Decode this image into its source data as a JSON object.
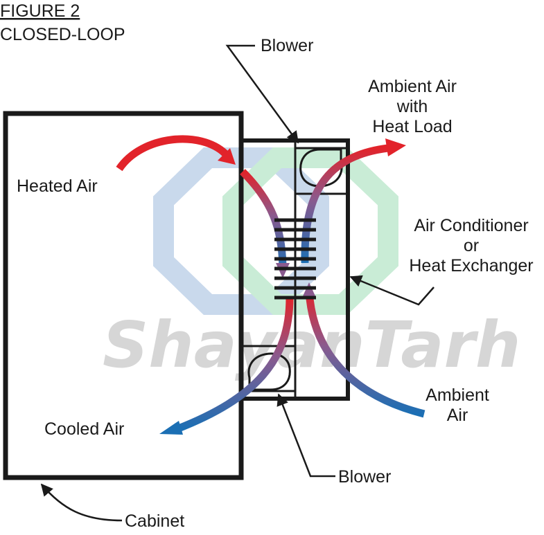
{
  "figure": {
    "title": "FIGURE 2",
    "subtitle": "CLOSED-LOOP"
  },
  "labels": {
    "blower_top": "Blower",
    "blower_bottom": "Blower",
    "ambient_heat_line1": "Ambient Air",
    "ambient_heat_line2": "with",
    "ambient_heat_line3": "Heat Load",
    "heated_air": "Heated Air",
    "ac_line1": "Air Conditioner",
    "ac_line2": "or",
    "ac_line3": "Heat Exchanger",
    "ambient_air_line1": "Ambient",
    "ambient_air_line2": "Air",
    "cooled_air": "Cooled Air",
    "cabinet": "Cabinet"
  },
  "watermark": {
    "text": "ShayanTarh"
  },
  "colors": {
    "hot": "#e2232a",
    "cold": "#1b6fb4",
    "mid": "#8a5a8e",
    "outline": "#1a1a1a",
    "watermark_blue": "#c9d9ec",
    "watermark_green": "#c9ecd6"
  }
}
